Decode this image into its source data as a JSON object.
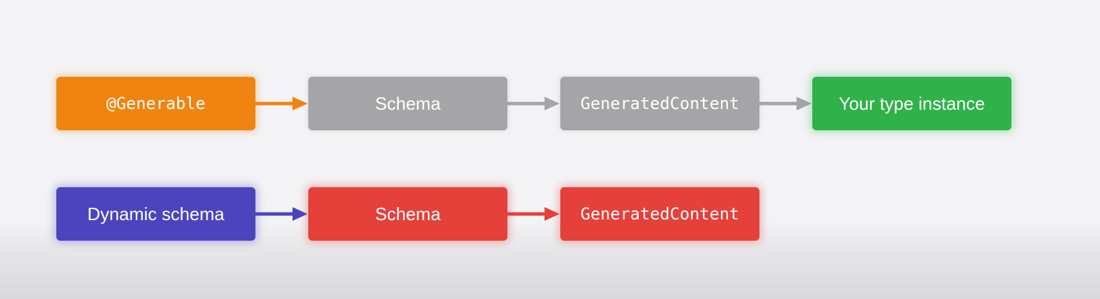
{
  "diagram": {
    "rows": [
      {
        "nodes": [
          {
            "label": "@Generable",
            "color": "#ef8410"
          },
          {
            "label": "Schema",
            "color": "#a5a5a7"
          },
          {
            "label": "GeneratedContent",
            "color": "#a5a5a7"
          },
          {
            "label": "Your type instance",
            "color": "#2fb24a"
          }
        ],
        "arrow_colors": [
          "#ef8410",
          "#a5a5a7",
          "#a5a5a7"
        ]
      },
      {
        "nodes": [
          {
            "label": "Dynamic schema",
            "color": "#4c44bf"
          },
          {
            "label": "Schema",
            "color": "#e5403a"
          },
          {
            "label": "GeneratedContent",
            "color": "#e5403a"
          }
        ],
        "arrow_colors": [
          "#4c44bf",
          "#e5403a"
        ]
      }
    ]
  }
}
